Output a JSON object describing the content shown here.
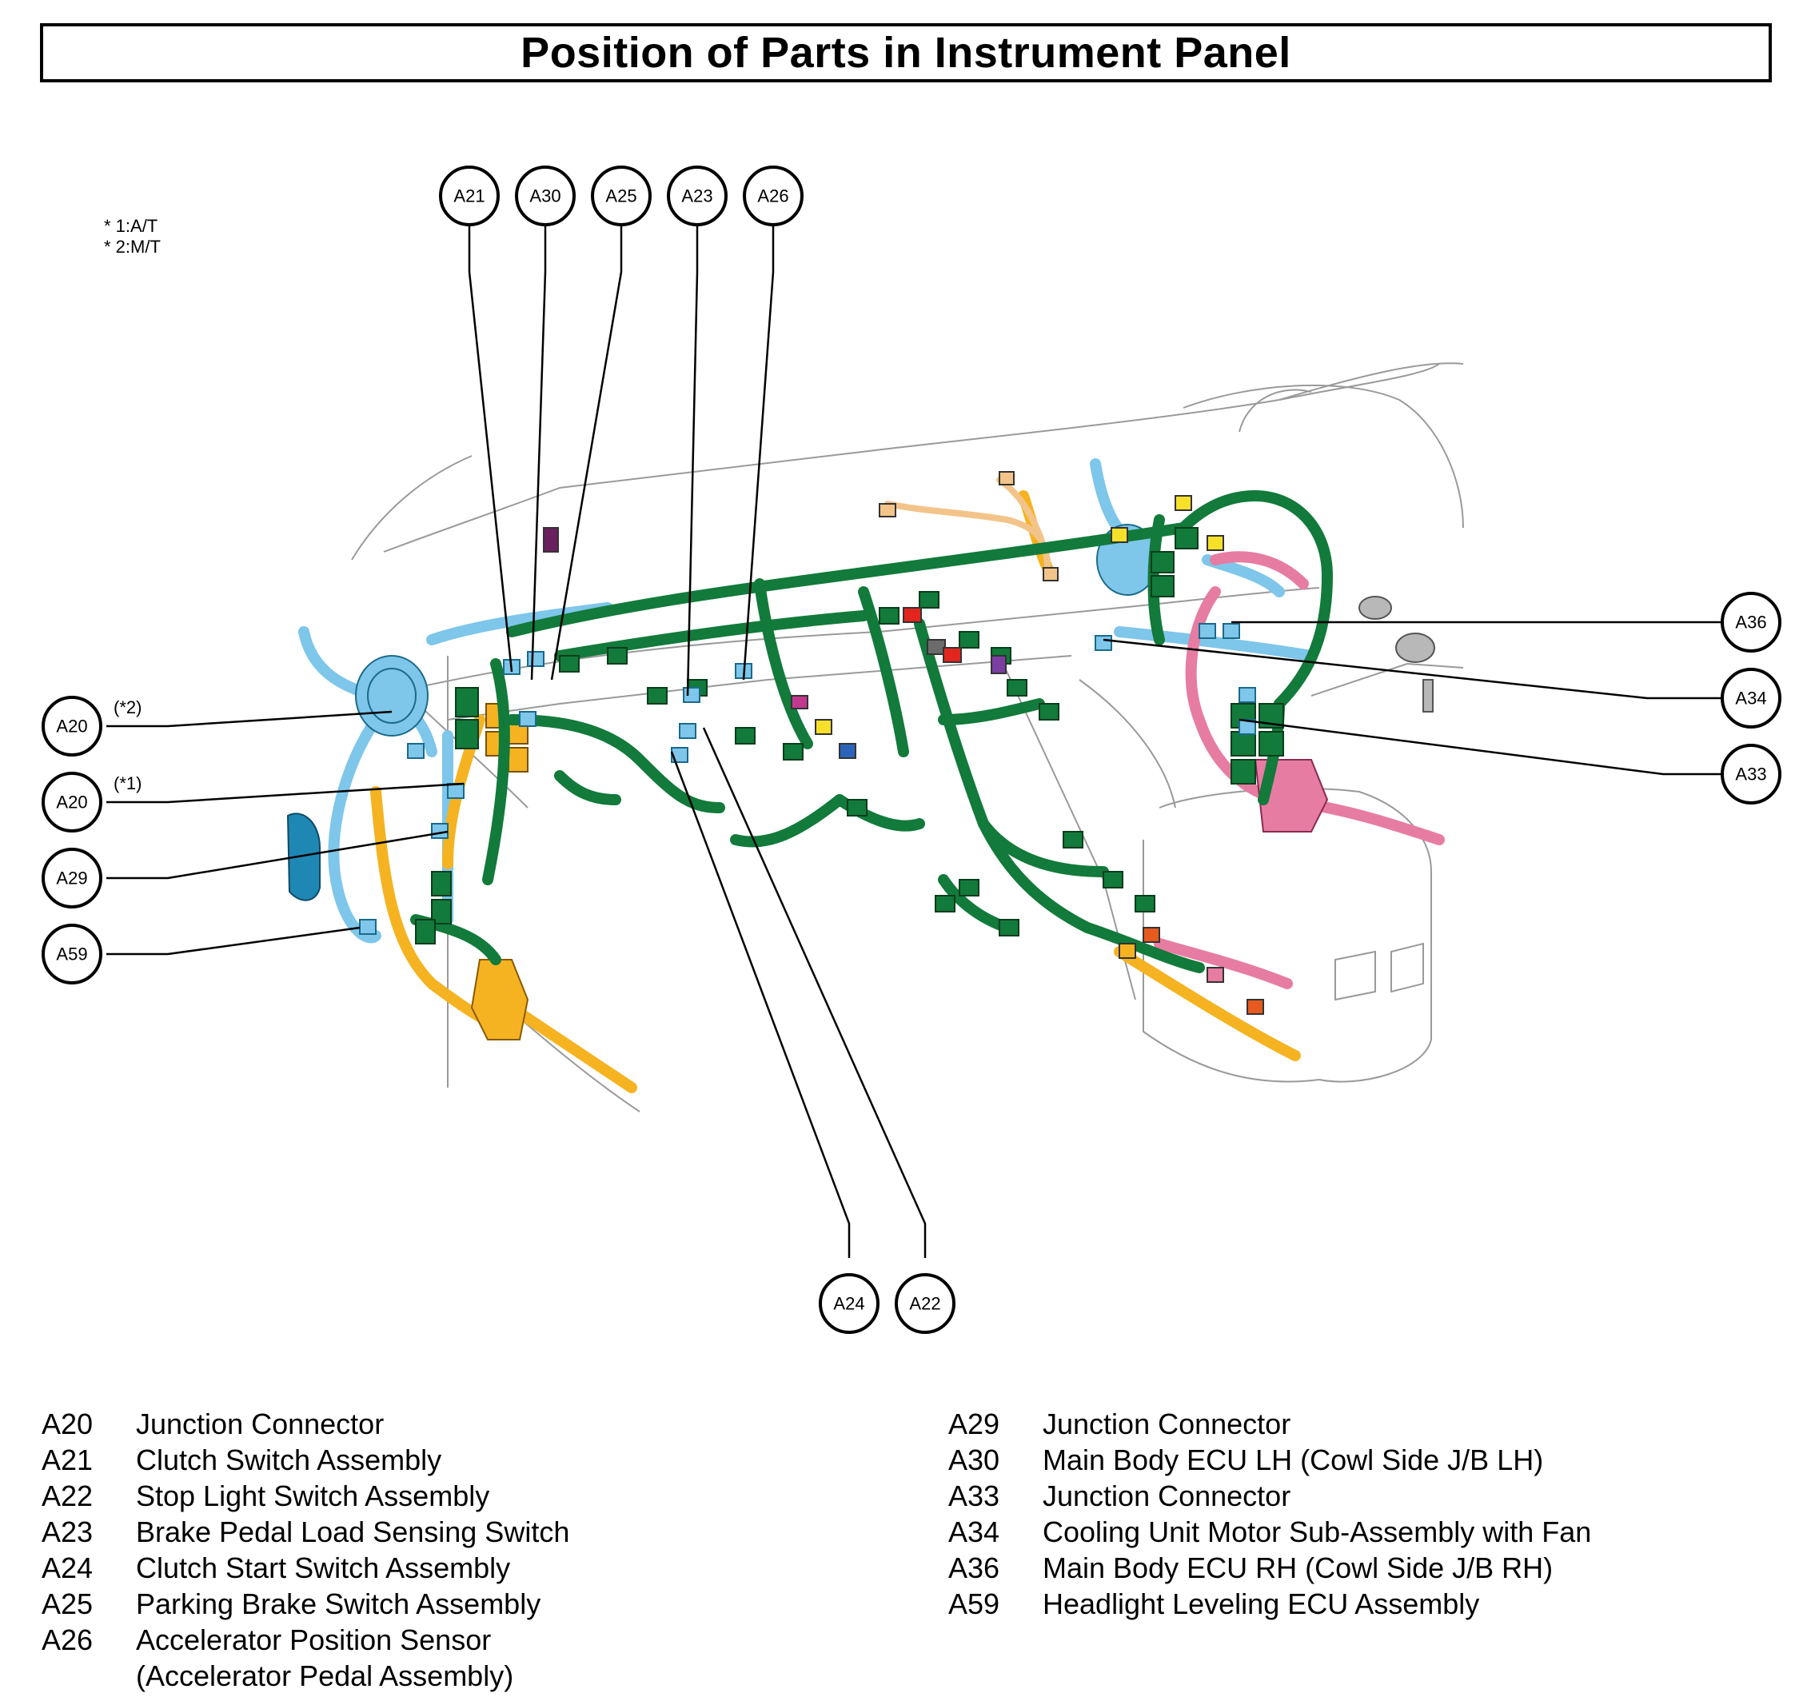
{
  "title": "Position of Parts in Instrument Panel",
  "notes": [
    "* 1:A/T",
    "* 2:M/T"
  ],
  "callouts": {
    "a21": "A21",
    "a30": "A30",
    "a25": "A25",
    "a23": "A23",
    "a26": "A26",
    "a20_mt": "A20",
    "a20_at": "A20",
    "a29": "A29",
    "a59": "A59",
    "a36": "A36",
    "a34": "A34",
    "a33": "A33",
    "a24": "A24",
    "a22": "A22"
  },
  "callout_notes": {
    "mt": "(*2)",
    "at": "(*1)"
  },
  "legend_left": [
    {
      "code": "A20",
      "name": "Junction Connector"
    },
    {
      "code": "A21",
      "name": "Clutch Switch Assembly"
    },
    {
      "code": "A22",
      "name": "Stop Light Switch Assembly"
    },
    {
      "code": "A23",
      "name": "Brake Pedal Load Sensing Switch"
    },
    {
      "code": "A24",
      "name": "Clutch Start Switch Assembly"
    },
    {
      "code": "A25",
      "name": "Parking Brake Switch Assembly"
    },
    {
      "code": "A26",
      "name": "Accelerator Position Sensor",
      "cont": "(Accelerator Pedal Assembly)"
    }
  ],
  "legend_right": [
    {
      "code": "A29",
      "name": "Junction Connector"
    },
    {
      "code": "A30",
      "name": "Main Body ECU LH (Cowl Side J/B LH)"
    },
    {
      "code": "A33",
      "name": "Junction Connector"
    },
    {
      "code": "A34",
      "name": "Cooling Unit Motor Sub-Assembly with Fan"
    },
    {
      "code": "A36",
      "name": "Main Body ECU RH (Cowl Side J/B RH)"
    },
    {
      "code": "A59",
      "name": "Headlight Leveling ECU Assembly"
    }
  ],
  "colors": {
    "harness_green": "#127a3a",
    "harness_blue": "#7ec6ea",
    "harness_orange": "#f5b321",
    "harness_pink": "#e77ca3",
    "harness_tan": "#f3c48a",
    "outline": "#9a9a9a"
  }
}
